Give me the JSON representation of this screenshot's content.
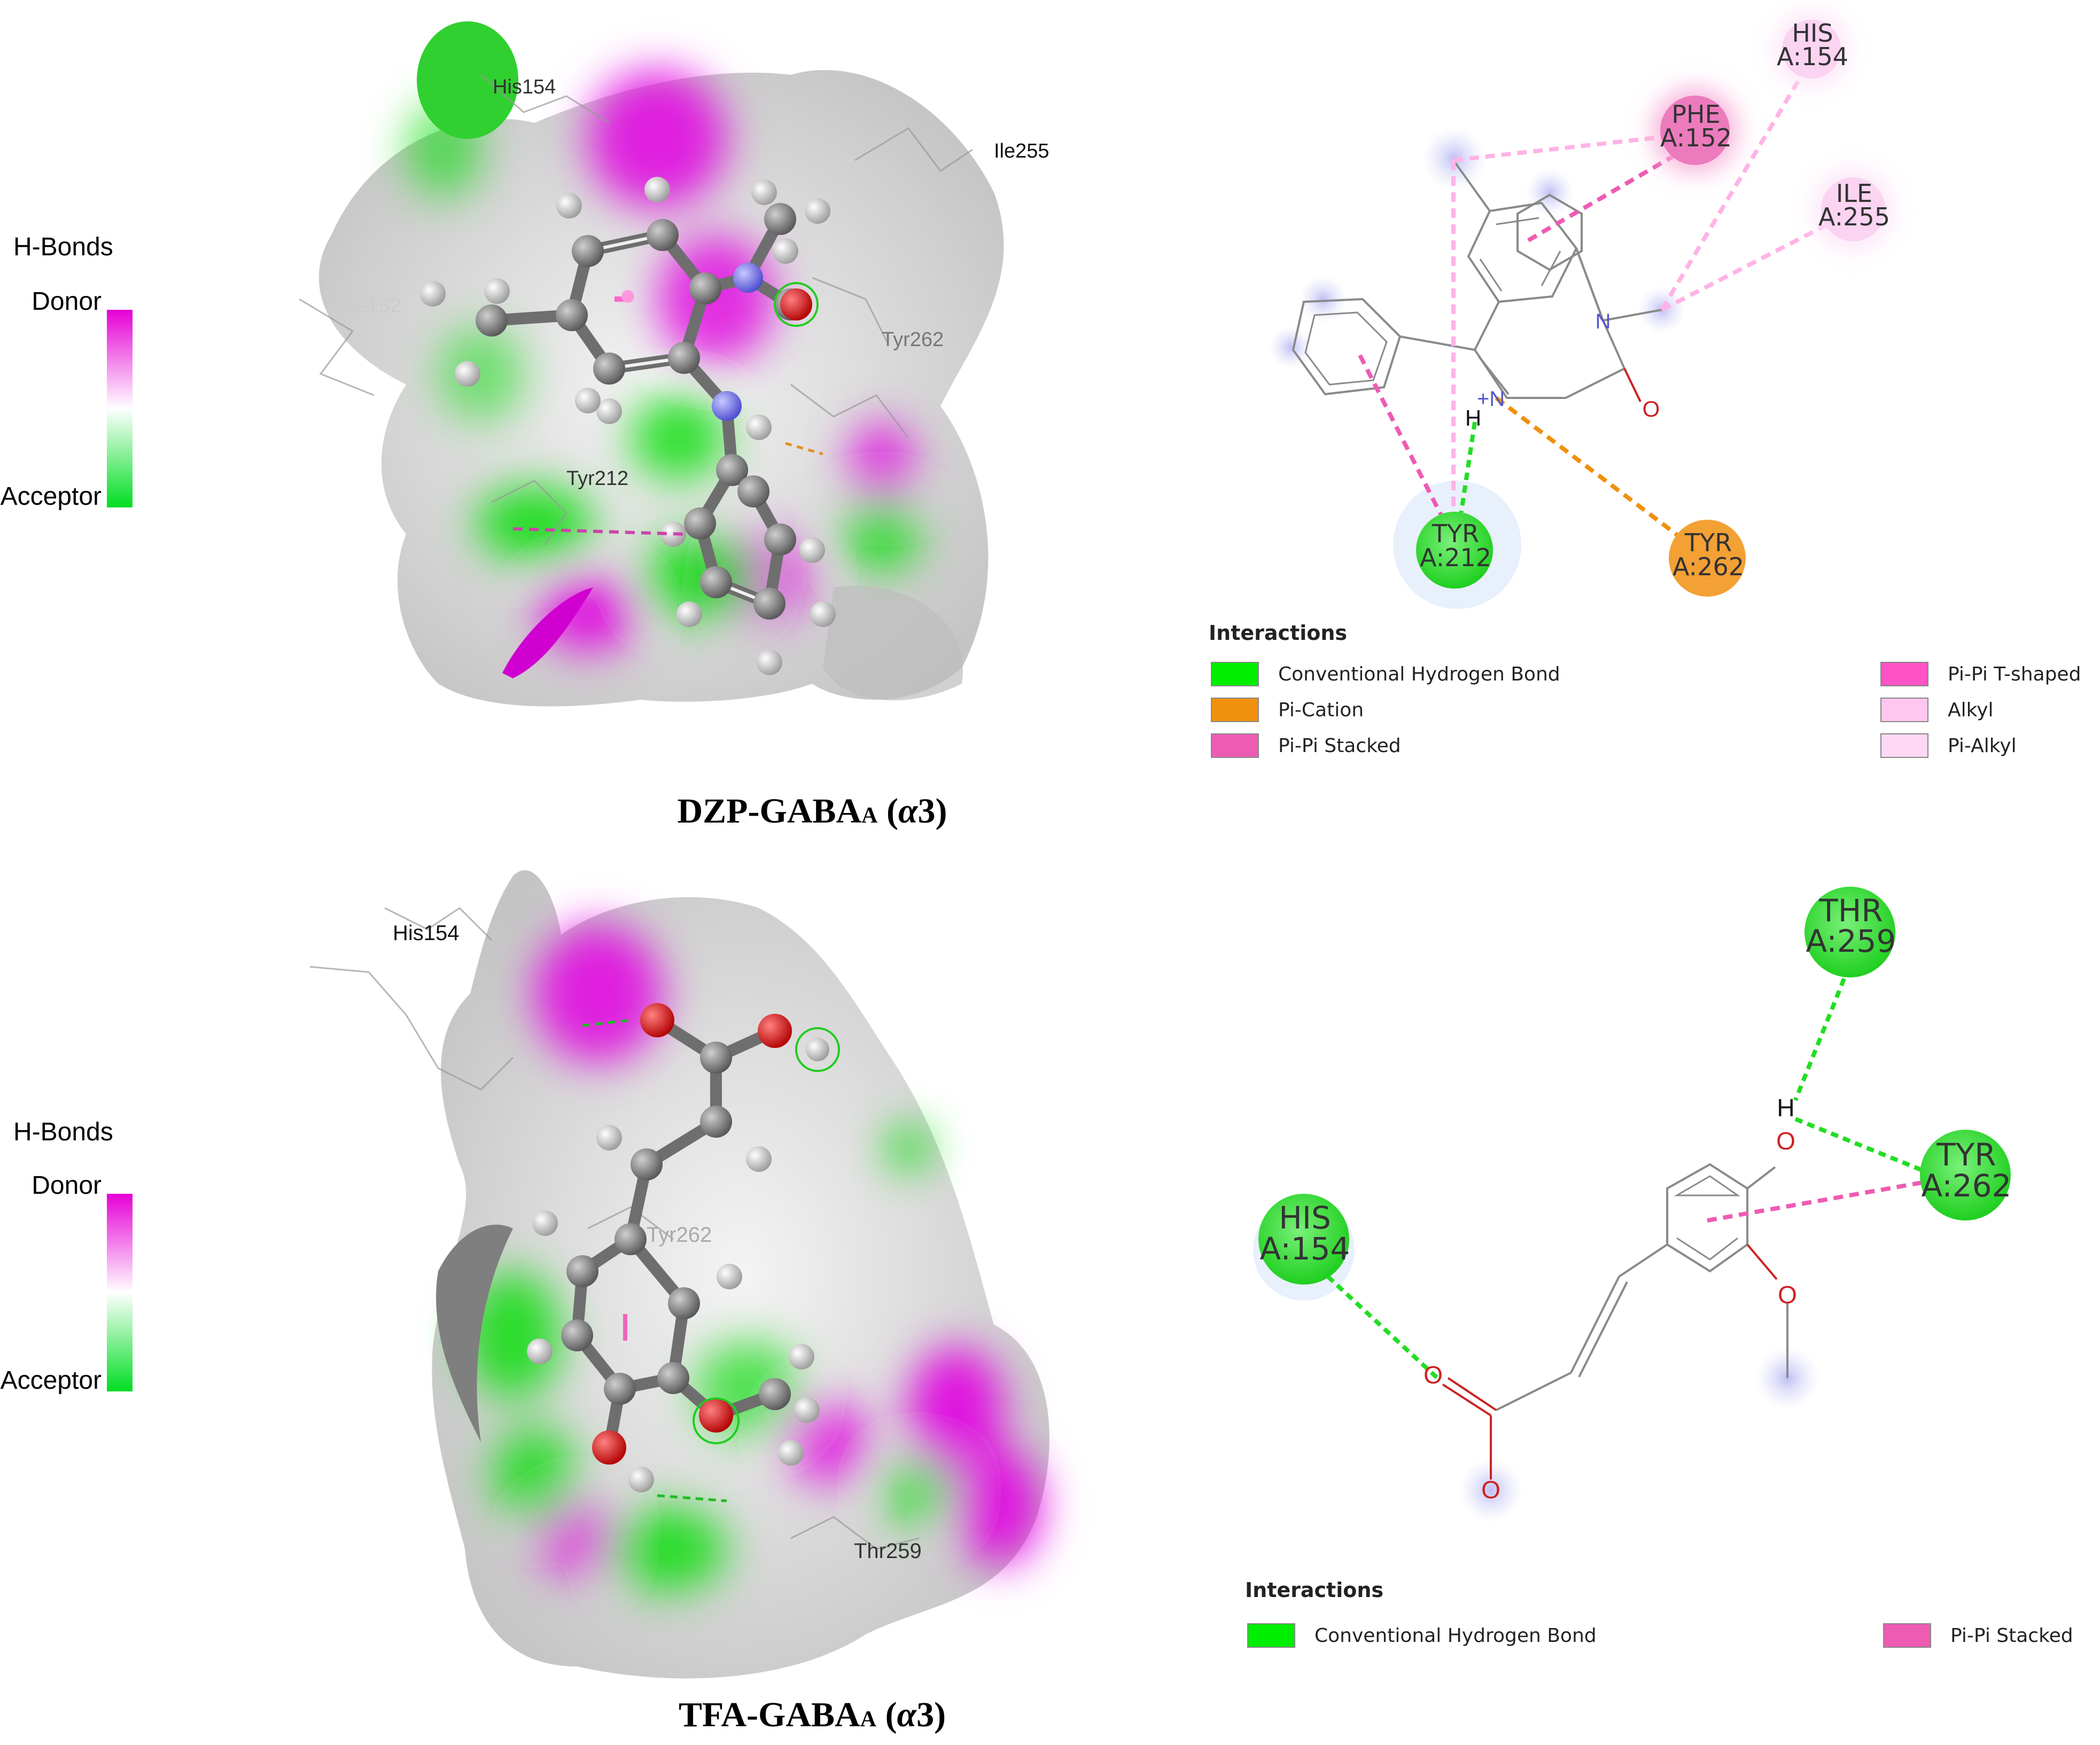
{
  "panels": [
    {
      "caption": {
        "main": "DZP-GABA",
        "sub": "A",
        "paren_open": " (",
        "alpha": "α",
        "num": "3",
        "paren_close": ")"
      },
      "hbond_legend": {
        "title": "H-Bonds",
        "top": "Donor",
        "bottom": "Acceptor"
      },
      "residue_labels_3d": [
        "His154",
        "Ile255",
        "Phe152",
        "Tyr262",
        "Tyr212"
      ],
      "residues_2d": [
        {
          "line1": "HIS",
          "line2": "A:154",
          "kind": "alkyl"
        },
        {
          "line1": "PHE",
          "line2": "A:152",
          "kind": "pipi-stacked"
        },
        {
          "line1": "ILE",
          "line2": "A:255",
          "kind": "alkyl"
        },
        {
          "line1": "TYR",
          "line2": "A:212",
          "kind": "hbond"
        },
        {
          "line1": "TYR",
          "line2": "A:262",
          "kind": "pi-cation"
        }
      ],
      "atoms": {
        "n1": "N",
        "n2": "+N",
        "h": "H",
        "o": "O"
      },
      "interactions": {
        "title": "Interactions",
        "items": [
          {
            "label": "Conventional Hydrogen Bond",
            "color": "#00ee00"
          },
          {
            "label": "Pi-Cation",
            "color": "#f0900c"
          },
          {
            "label": "Pi-Pi Stacked",
            "color": "#ee5bb3"
          },
          {
            "label": "Pi-Pi T-shaped",
            "color": "#ff52c4"
          },
          {
            "label": "Alkyl",
            "color": "#ffc6f0"
          },
          {
            "label": "Pi-Alkyl",
            "color": "#ffd8f4"
          }
        ]
      }
    },
    {
      "caption": {
        "main": "TFA-GABA",
        "sub": "A",
        "paren_open": " (",
        "alpha": "α",
        "num": "3",
        "paren_close": ")"
      },
      "hbond_legend": {
        "title": "H-Bonds",
        "top": "Donor",
        "bottom": "Acceptor"
      },
      "residue_labels_3d": [
        "His154",
        "Tyr262",
        "Thr259"
      ],
      "residues_2d": [
        {
          "line1": "THR",
          "line2": "A:259",
          "kind": "hbond"
        },
        {
          "line1": "TYR",
          "line2": "A:262",
          "kind": "hbond"
        },
        {
          "line1": "HIS",
          "line2": "A:154",
          "kind": "hbond"
        }
      ],
      "atoms": {
        "h": "H",
        "o1": "O",
        "o2": "O",
        "o3": "O",
        "o4": "O"
      },
      "interactions": {
        "title": "Interactions",
        "items": [
          {
            "label": "Conventional Hydrogen Bond",
            "color": "#00ee00"
          },
          {
            "label": "Pi-Pi Stacked",
            "color": "#ee5bb3"
          }
        ]
      }
    }
  ]
}
